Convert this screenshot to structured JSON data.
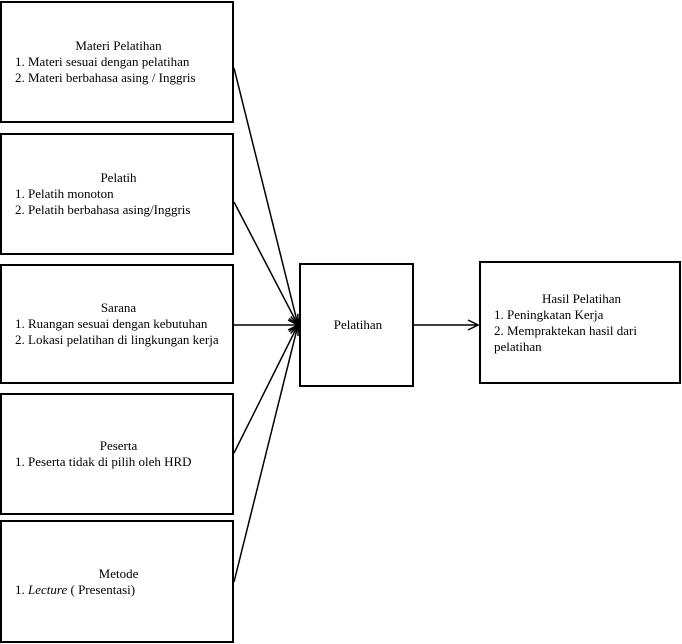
{
  "boxes": {
    "materi": {
      "title": "Materi Pelatihan",
      "items": [
        "1. Materi sesuai dengan pelatihan",
        "2. Materi berbahasa asing / Inggris"
      ]
    },
    "pelatih": {
      "title": "Pelatih",
      "items": [
        "1. Pelatih monoton",
        "2. Pelatih berbahasa asing/Inggris"
      ]
    },
    "sarana": {
      "title": "Sarana",
      "items": [
        "1. Ruangan sesuai dengan kebutuhan",
        "2. Lokasi pelatihan di lingkungan kerja"
      ]
    },
    "peserta": {
      "title": "Peserta",
      "items": [
        "1. Peserta tidak di pilih oleh HRD"
      ]
    },
    "metode": {
      "title": "Metode",
      "item_prefix": "1. ",
      "item_italic": "Lecture",
      "item_suffix": " ( Presentasi)"
    },
    "pelatihan": {
      "title": "Pelatihan"
    },
    "hasil": {
      "title": "Hasil Pelatihan",
      "items": [
        "1. Peningkatan Kerja",
        "2. Mempraktekan hasil dari pelatihan"
      ]
    }
  }
}
